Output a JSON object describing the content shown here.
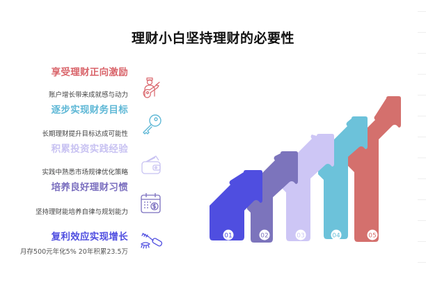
{
  "title": "理财小白坚持理财的必要性",
  "items": [
    {
      "heading": "享受理财正向激励",
      "color": "#d9646a",
      "icon": "guitar-player-icon"
    },
    {
      "subtitle": "账户增长带来成就感与动力",
      "heading": "逐步实现财务目标",
      "color": "#5fb8d6",
      "icon": "key-icon"
    },
    {
      "subtitle": "长期理财提升目标达成可能性",
      "heading": "积累投资实践经验",
      "color": "#c8c2f2",
      "icon": "wallet-icon"
    },
    {
      "subtitle": "实践中熟悉市场规律优化策略",
      "heading": "培养良好理财习惯",
      "color": "#7b6fbf",
      "icon": "calendar-dollar-icon"
    },
    {
      "subtitle": "坚持理财能培养自律与规划能力",
      "heading": "复利效应实现增长",
      "color": "#4f4ee0",
      "icon": "mascara-icon"
    },
    {
      "subtitle": "月存500元年化5% 20年积累23.5万"
    }
  ],
  "steps": [
    {
      "label": "01",
      "color": "#4f4ee0"
    },
    {
      "label": "02",
      "color": "#7c74bc"
    },
    {
      "label": "03",
      "color": "#cdc6f5"
    },
    {
      "label": "04",
      "color": "#6cc2da"
    },
    {
      "label": "05",
      "color": "#d4706d"
    }
  ]
}
